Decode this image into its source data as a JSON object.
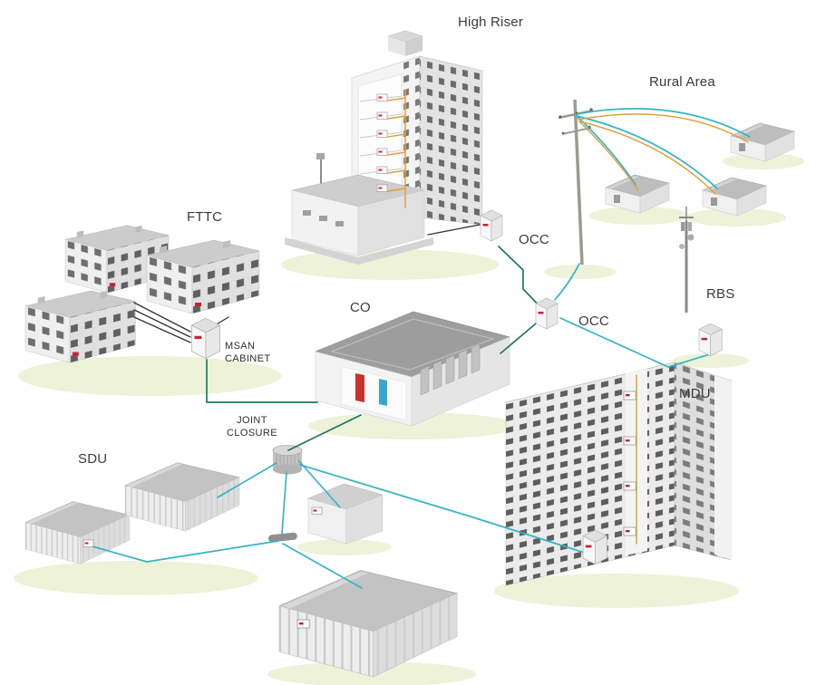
{
  "diagram": {
    "nodes": {
      "high_riser": {
        "label": "High Riser"
      },
      "rural_area": {
        "label": "Rural Area"
      },
      "fttc": {
        "label": "FTTC"
      },
      "occ_upper": {
        "label": "OCC"
      },
      "co": {
        "label": "CO"
      },
      "occ_lower": {
        "label": "OCC"
      },
      "rbs": {
        "label": "RBS"
      },
      "msan_cabinet": {
        "label": "MSAN\nCABINET"
      },
      "mdu": {
        "label": "MDU"
      },
      "joint_closure": {
        "label": "JOINT\nCLOSURE"
      },
      "sdu": {
        "label": "SDU"
      }
    },
    "colors": {
      "fiber_teal": "#35b4c6",
      "fiber_green": "#1e7a5c",
      "drop_orange": "#dfa23e",
      "copper_black": "#333333",
      "brand_red": "#cf2030",
      "ground_glow": "#edf2d9"
    }
  }
}
